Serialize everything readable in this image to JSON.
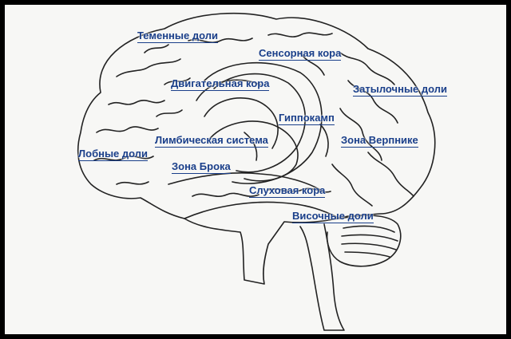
{
  "diagram": {
    "labels": {
      "parietal": "Теменные доли",
      "sensory": "Сенсорная кора",
      "motor": "Двигательная кора",
      "occipital": "Затылочные доли",
      "hippocampus": "Гиппокамп",
      "limbic": "Лимбическая система",
      "wernicke": "Зона Верпнике",
      "frontal": "Лобные доли",
      "broca": "Зона Брока",
      "auditory": "Слуховая кора",
      "temporal": "Височные доли"
    },
    "colors": {
      "label_text": "#1a3f8a",
      "outline": "#222222",
      "background": "#f7f7f5",
      "frame": "#000000"
    }
  }
}
